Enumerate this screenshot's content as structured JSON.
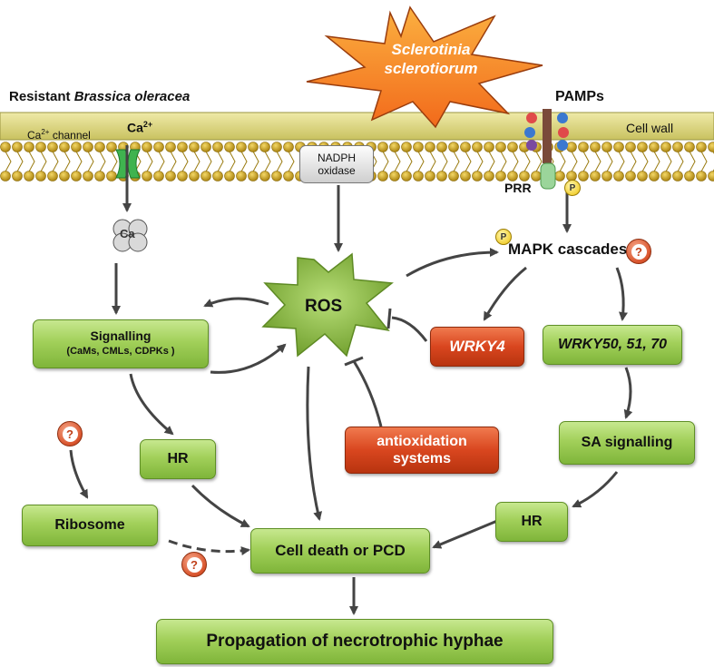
{
  "pathogen": {
    "line1": "Sclerotinia",
    "line2": "sclerotiorum"
  },
  "host": {
    "prefix": "Resistant ",
    "species": "Brassica oleracea"
  },
  "membrane": {
    "ca_channel": "channel",
    "ca_ion": "Ca",
    "ca_charge": "2+",
    "ca_channel_ion": "Ca",
    "ca_channel_charge": "2+",
    "cell_wall": "Cell wall",
    "pamps": "PAMPs",
    "prr": "PRR",
    "nadph_line1": "NADPH",
    "nadph_line2": "oxidase",
    "ca_complex": "Ca"
  },
  "nodes": {
    "ros": "ROS",
    "mapk": "MAPK cascades",
    "signalling_line1": "Signalling",
    "signalling_line2": "(CaMs, CMLs, CDPKs )",
    "wrky4": "WRKY4",
    "wrky50": "WRKY50, 51, 70",
    "hr_left": "HR",
    "hr_right": "HR",
    "antiox_line1": "antioxidation",
    "antiox_line2": "systems",
    "sa": "SA signalling",
    "ribosome": "Ribosome",
    "death": "Cell death or PCD",
    "propagation": "Propagation of necrotrophic hyphae"
  },
  "marks": {
    "question": "?",
    "phospho": "P"
  },
  "colors": {
    "green": "#9ccc55",
    "red": "#d4431c",
    "membrane": "#d7d27a",
    "star_orange": "#f7941d",
    "star_green": "#8cbf3f"
  }
}
